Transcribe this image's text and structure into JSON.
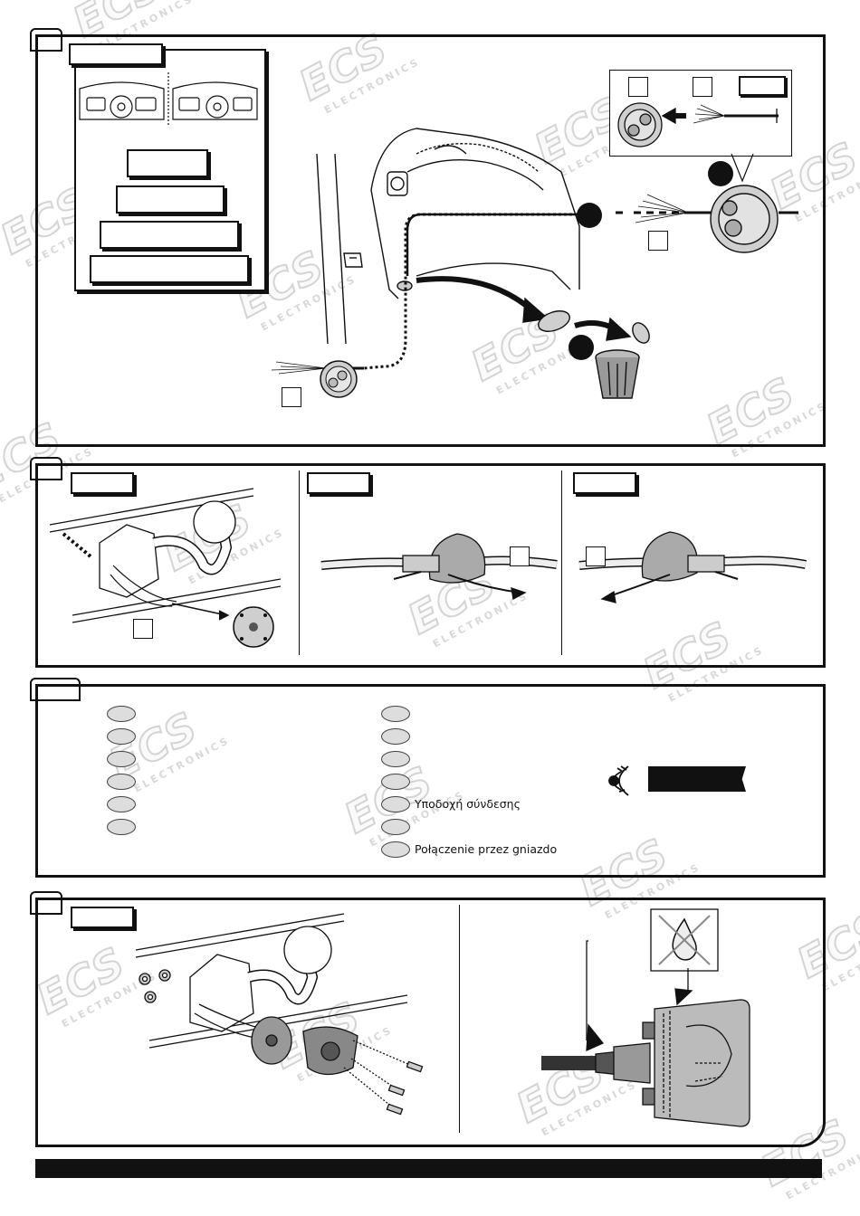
{
  "watermark": {
    "brand": "ECS",
    "tagline": "ELECTRONICS"
  },
  "panels": {
    "connection_labels": [
      {
        "text": "Υποδοχή σύνδεσης"
      },
      {
        "text": "Połączenie przez gniazdo"
      }
    ]
  },
  "icons": [
    "eye-icon",
    "no-water-drop-icon",
    "trash-bin-icon",
    "arrow-icon"
  ],
  "colors": {
    "ink": "#111111",
    "oval_fill": "#dddddd",
    "watermark": "#e6e6e6"
  }
}
